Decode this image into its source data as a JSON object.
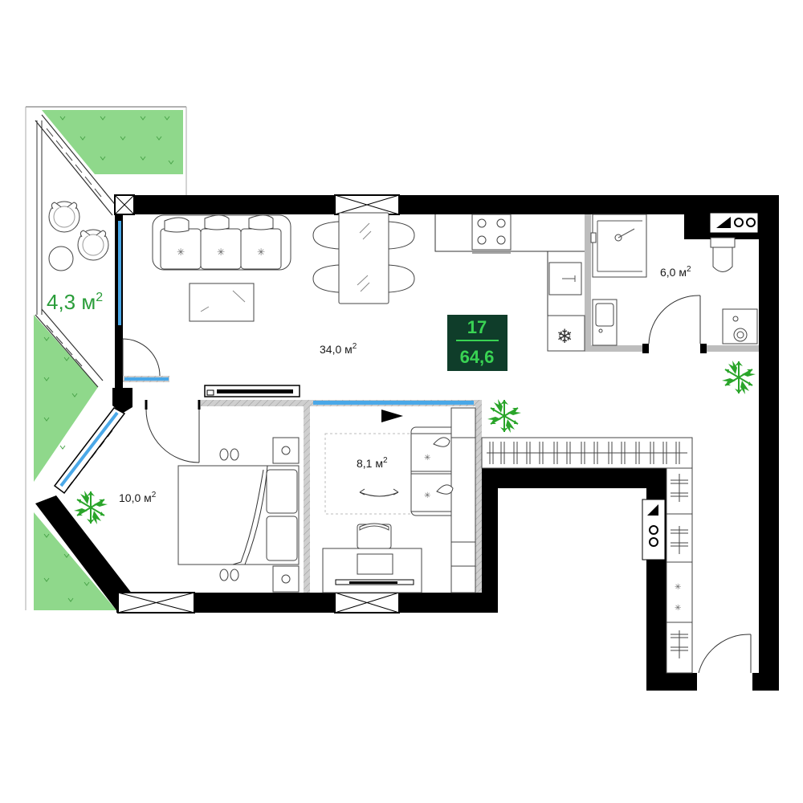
{
  "plan": {
    "apartment_number": "17",
    "total_area": "64,6",
    "balcony": {
      "area": "4,3 м",
      "sup": "2"
    },
    "rooms": [
      {
        "id": "living",
        "area": "34,0 м",
        "sup": "2"
      },
      {
        "id": "bathroom",
        "area": "6,0 м",
        "sup": "2"
      },
      {
        "id": "bedroom",
        "area": "10,0 м",
        "sup": "2"
      },
      {
        "id": "study",
        "area": "8,1 м",
        "sup": "2"
      }
    ]
  },
  "colors": {
    "badge_bg": "#0f3d2a",
    "badge_text": "#39d353",
    "wall": "#000000",
    "grass": "#8fd88b",
    "window": "#4aa8e8",
    "plant": "#2aa52a"
  }
}
